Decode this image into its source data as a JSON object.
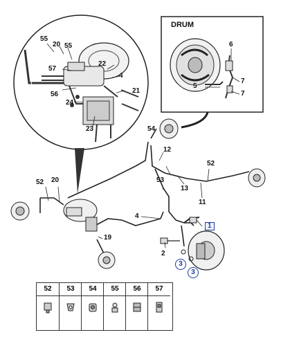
{
  "drum_title": "DRUM",
  "callouts": {
    "c55a": "55",
    "c20a": "20",
    "c55b": "55",
    "c57": "57",
    "c22": "22",
    "c4a": "4",
    "c56": "56",
    "c24": "24",
    "c21": "21",
    "c23": "23",
    "c6": "6",
    "c7a": "7",
    "c5": "5",
    "c7b": "7",
    "c54": "54",
    "c12": "12",
    "c52a": "52",
    "c52b": "52",
    "c20b": "20",
    "c53": "53",
    "c13": "13",
    "c11": "11",
    "c4b": "4",
    "c1": "1",
    "c19": "19",
    "c2": "2",
    "c3a": "3",
    "c3b": "3"
  },
  "legend": [
    "52",
    "53",
    "54",
    "55",
    "56",
    "57"
  ]
}
